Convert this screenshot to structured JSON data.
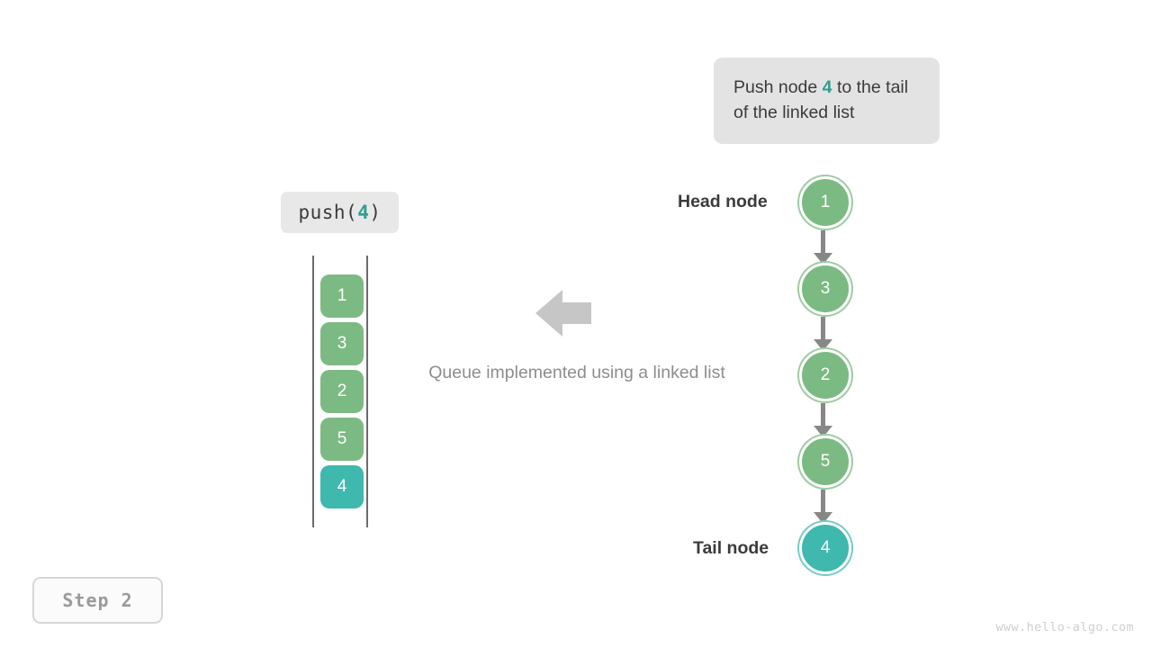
{
  "callout": {
    "text_before": "Push node ",
    "highlight": "4",
    "text_after": " to the tail of the linked list",
    "bg_color": "#e3e3e3",
    "highlight_color": "#2f9e8f"
  },
  "operation": {
    "prefix": "push(",
    "argument": "4",
    "suffix": ")"
  },
  "queue": {
    "cells": [
      {
        "value": "1",
        "color": "green"
      },
      {
        "value": "3",
        "color": "green"
      },
      {
        "value": "2",
        "color": "green"
      },
      {
        "value": "5",
        "color": "green"
      },
      {
        "value": "4",
        "color": "teal"
      }
    ],
    "green_color": "#7cba83",
    "teal_color": "#3fb8ae"
  },
  "caption": {
    "text": "Queue implemented using a linked list",
    "color": "#8d8d8d"
  },
  "arrow": {
    "direction": "left",
    "color": "#c6c6c6"
  },
  "linked_list": {
    "head_label": "Head node",
    "tail_label": "Tail node",
    "nodes": [
      {
        "value": "1",
        "color": "green"
      },
      {
        "value": "3",
        "color": "green"
      },
      {
        "value": "2",
        "color": "green"
      },
      {
        "value": "5",
        "color": "green"
      },
      {
        "value": "4",
        "color": "teal"
      }
    ],
    "edge_color": "#878787"
  },
  "step": {
    "label": "Step 2"
  },
  "watermark": {
    "text": "www.hello-algo.com"
  }
}
